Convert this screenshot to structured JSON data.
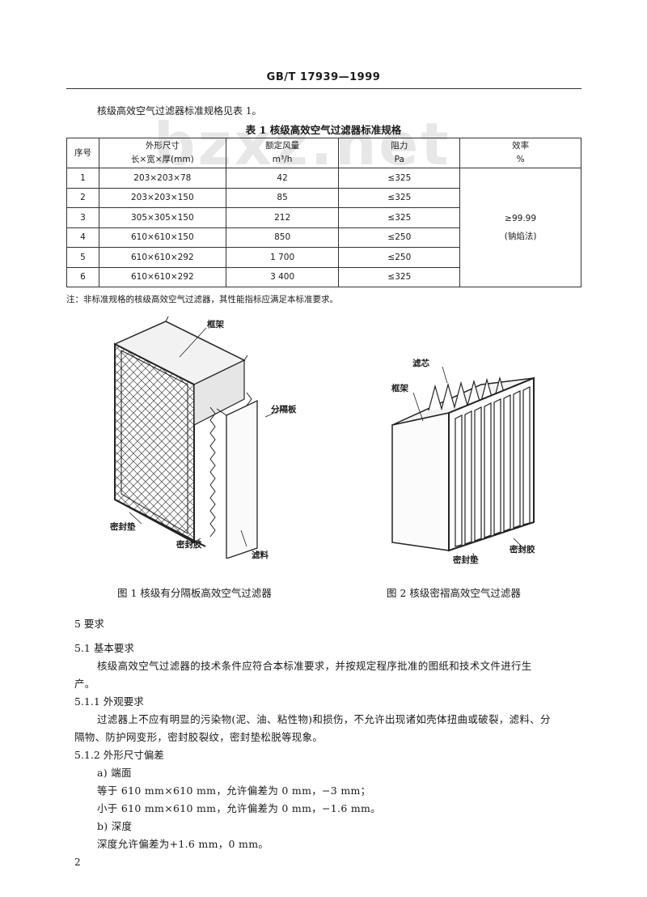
{
  "header": {
    "standard_code": "GB/T 17939—1999"
  },
  "watermark": "bzxz.net",
  "intro_text": "核级高效空气过滤器标准规格见表 1。",
  "table": {
    "title": "表 1    核级高效空气过滤器标准规格",
    "headers": {
      "no": "序号",
      "size_top": "外形尺寸",
      "size_bottom": "长×宽×厚(mm)",
      "flow_top": "额定风量",
      "flow_bottom": "m³/h",
      "resist_top": "阻力",
      "resist_bottom": "Pa",
      "eff_top": "效率",
      "eff_bottom": "%"
    },
    "rows": [
      {
        "no": "1",
        "size": "203×203×78",
        "flow": "42",
        "resist": "≤325"
      },
      {
        "no": "2",
        "size": "203×203×150",
        "flow": "85",
        "resist": "≤325"
      },
      {
        "no": "3",
        "size": "305×305×150",
        "flow": "212",
        "resist": "≤325"
      },
      {
        "no": "4",
        "size": "610×610×150",
        "flow": "850",
        "resist": "≤250"
      },
      {
        "no": "5",
        "size": "610×610×292",
        "flow": "1 700",
        "resist": "≤250"
      },
      {
        "no": "6",
        "size": "610×610×292",
        "flow": "3 400",
        "resist": "≤325"
      }
    ],
    "efficiency_value": "≥99.99",
    "efficiency_method": "(钠焰法)",
    "note": "注：非标准规格的核级高效空气过滤器，其性能指标应满足本标准要求。"
  },
  "figure1": {
    "labels": {
      "frame": "框架",
      "separator": "分隔板",
      "gasket": "密封垫",
      "sealant": "密封胶",
      "media": "滤料"
    },
    "caption": "图 1    核级有分隔板高效空气过滤器"
  },
  "figure2": {
    "labels": {
      "core": "滤芯",
      "frame": "框架",
      "sealant": "密封胶",
      "gasket": "密封垫"
    },
    "caption": "图 2    核级密褶高效空气过滤器"
  },
  "sections": {
    "s5": "5  要求",
    "s51": "5.1   基本要求",
    "s51_text_1": "核级高效空气过滤器的技术条件应符合本标准要求，并按规定程序批准的图纸和技术文件进行生",
    "s51_text_2": "产。",
    "s511": "5.1.1   外观要求",
    "s511_text_1": "过滤器上不应有明显的污染物(泥、油、粘性物)和损伤，不允许出现诸如壳体扭曲或破裂，滤料、分",
    "s511_text_2": "隔物、防护网变形，密封胶裂纹，密封垫松脱等现象。",
    "s512": "5.1.2   外形尺寸偏差",
    "s512_a": "a) 端面",
    "s512_a1": "等于 610 mm×610 mm，允许偏差为 0 mm，−3 mm；",
    "s512_a2": "小于 610 mm×610 mm，允许偏差为 0 mm，−1.6 mm。",
    "s512_b": "b) 深度",
    "s512_b1": "深度允许偏差为+1.6 mm，0 mm。"
  },
  "page_number": "2"
}
